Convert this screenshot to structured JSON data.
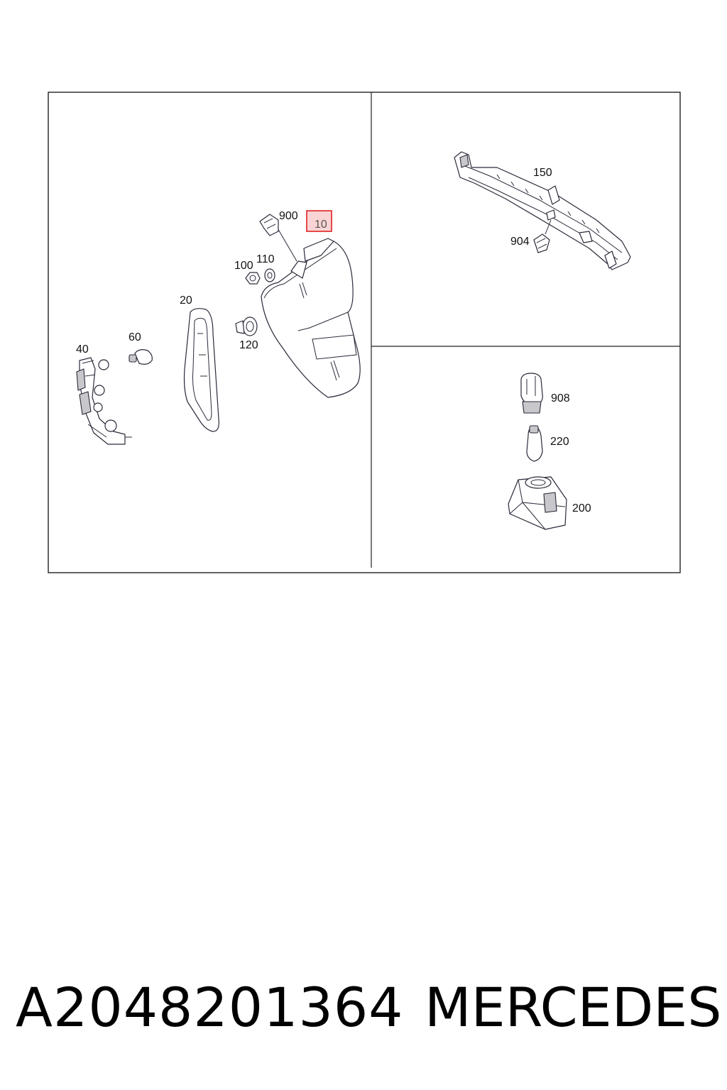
{
  "diagram": {
    "callouts": {
      "c10": "10",
      "c20": "20",
      "c40": "40",
      "c60": "60",
      "c100": "100",
      "c110": "110",
      "c120": "120",
      "c900": "900",
      "c150": "150",
      "c904": "904",
      "c908": "908",
      "c220": "220",
      "c200": "200"
    },
    "highlighted_callout": "10",
    "highlight_color": "#e02020"
  },
  "footer": {
    "part_number": "A2048201364",
    "brand": "MERCEDES"
  }
}
